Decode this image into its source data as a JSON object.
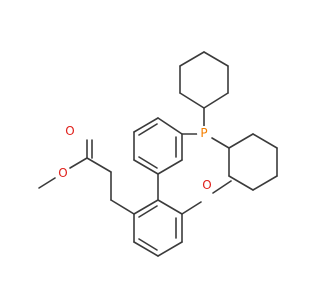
{
  "colors": {
    "background": "#ffffff",
    "bond": "#3b3b3b",
    "oxygen": "#e0211c",
    "phosphorus": "#f47f00"
  },
  "atoms": {
    "phosphorus": "P",
    "ester_carbonyl_oxygen": "O",
    "ester_ether_oxygen": "O",
    "methoxy_oxygen": "O"
  }
}
